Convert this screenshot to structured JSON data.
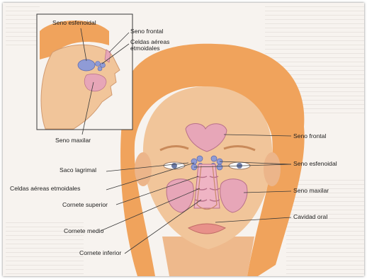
{
  "labels": {
    "seno_esfenoidal_inset": "Seno esfenoidal",
    "seno_frontal_inset": "Seno frontal",
    "celdas_etmoidales_inset": "Celdas aéreas\netmoidales",
    "seno_maxilar_inset": "Seno maxilar",
    "saco_lagrimal": "Saco lagrimal",
    "celdas_etmoidales": "Celdas aéreas etmoidales",
    "cornete_superior": "Cornete superior",
    "cornete_medio": "Cornete medio",
    "cornete_inferior": "Cornete inferior",
    "seno_frontal": "Seno frontal",
    "seno_esfenoidal": "Seno esfenoidal",
    "seno_maxilar": "Seno maxilar",
    "cavidad_oral": "Cavidad oral"
  },
  "colors": {
    "skin": "#f1c59a",
    "hair": "#f0a35c",
    "sinus_pink": "#e7a6b8",
    "sinus_blue": "#8f9bd6",
    "leader_line": "#3a3a3a"
  }
}
